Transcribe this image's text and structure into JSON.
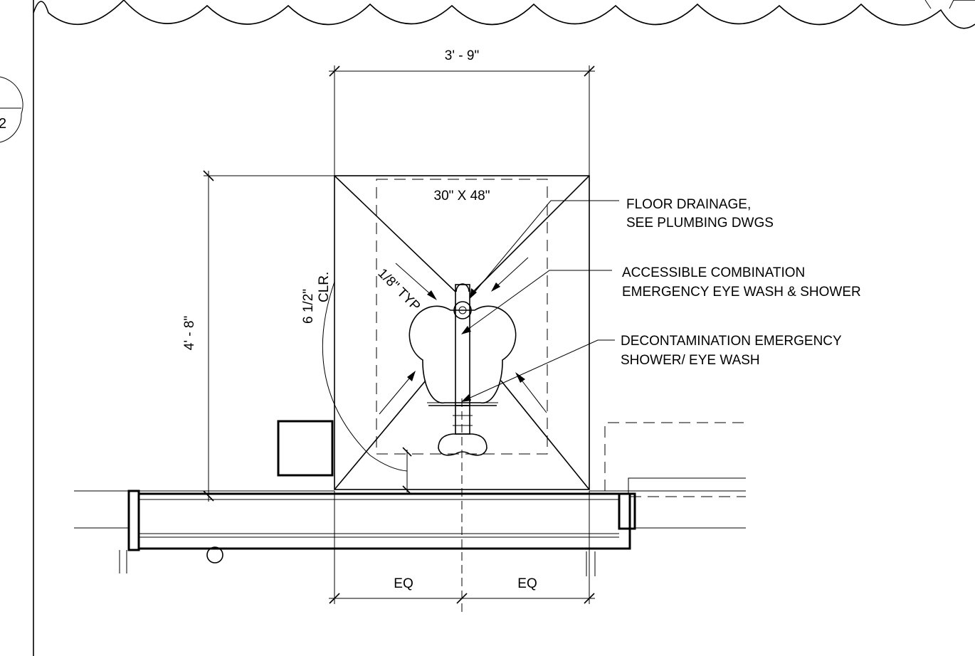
{
  "dimensions": {
    "width": "3' - 9\"",
    "height": "4' - 8\"",
    "clear_area": "30\" X 48\"",
    "clearance_line1": "6 1/2\"",
    "clearance_line2": "CLR.",
    "slope": "1/8\" TYP",
    "eq_left": "EQ",
    "eq_right": "EQ"
  },
  "notes": [
    {
      "line1": "FLOOR DRAINAGE,",
      "line2": "SEE  PLUMBING DWGS"
    },
    {
      "line1": "ACCESSIBLE COMBINATION",
      "line2": "EMERGENCY EYE WASH & SHOWER"
    },
    {
      "line1": "DECONTAMINATION EMERGENCY",
      "line2": "SHOWER/ EYE WASH"
    }
  ],
  "callout": {
    "number": "2"
  },
  "colors": {
    "linework": "#000000",
    "background": "#ffffff"
  }
}
